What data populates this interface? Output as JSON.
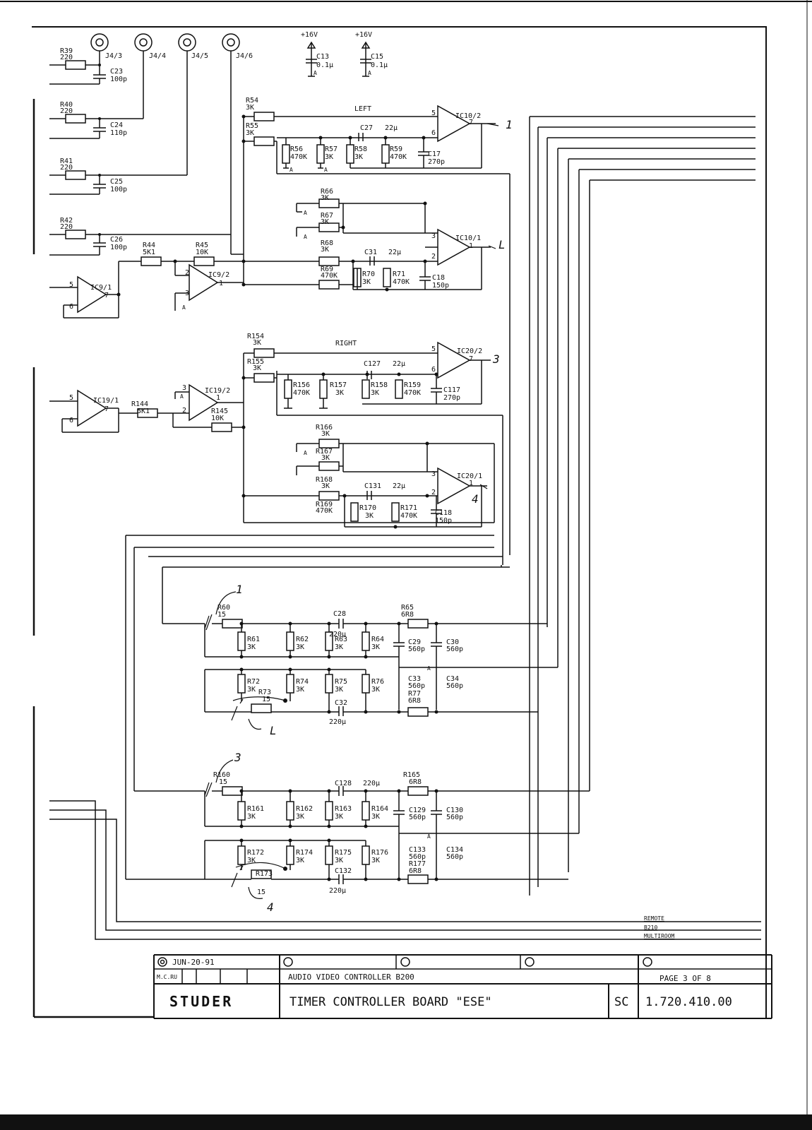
{
  "connectors": [
    "J4/3",
    "J4/4",
    "J4/5",
    "J4/6"
  ],
  "supply": [
    {
      "voltage": "+16V",
      "cap": "C13",
      "value": "0.1µ",
      "gnd": "A"
    },
    {
      "voltage": "+16V",
      "cap": "C15",
      "value": "0.1µ",
      "gnd": "A"
    }
  ],
  "input_filters": [
    {
      "r": "R39",
      "rv": "220",
      "c": "C23",
      "cv": "100p"
    },
    {
      "r": "R40",
      "rv": "220",
      "c": "C24",
      "cv": "110p"
    },
    {
      "r": "R41",
      "rv": "220",
      "c": "C25",
      "cv": "100p"
    },
    {
      "r": "R42",
      "rv": "220",
      "c": "C26",
      "cv": "100p"
    }
  ],
  "section_labels": {
    "left": "LEFT",
    "right": "RIGHT"
  },
  "opamps": {
    "ic10_2": "IC10/2",
    "ic10_1": "IC10/1",
    "ic9_1": "IC9/1",
    "ic9_2": "IC9/2",
    "ic20_2": "IC20/2",
    "ic20_1": "IC20/1",
    "ic19_1": "IC19/1",
    "ic19_2": "IC19/2"
  },
  "pins": {
    "p1": "1",
    "p2": "2",
    "p3": "3",
    "p5": "5",
    "p6": "6",
    "p7": "7"
  },
  "gnd_mark": "A",
  "components": {
    "R54": [
      "R54",
      "3K"
    ],
    "R55": [
      "R55",
      "3K"
    ],
    "R56": [
      "R56",
      "470K"
    ],
    "R57": [
      "R57",
      "3K"
    ],
    "R58": [
      "R58",
      "3K"
    ],
    "R59": [
      "R59",
      "470K"
    ],
    "C27": [
      "C27",
      "22µ"
    ],
    "C17": [
      "C17",
      "270p"
    ],
    "R66": [
      "R66",
      "3K"
    ],
    "R67": [
      "R67",
      "3K"
    ],
    "R68": [
      "R68",
      "3K"
    ],
    "R69": [
      "R69",
      "470K"
    ],
    "R70": [
      "R70",
      "3K"
    ],
    "R71": [
      "R71",
      "470K"
    ],
    "C31": [
      "C31",
      "22µ"
    ],
    "C18": [
      "C18",
      "150p"
    ],
    "R44": [
      "R44",
      "5K1"
    ],
    "R45": [
      "R45",
      "10K"
    ],
    "R154": [
      "R154",
      "3K"
    ],
    "R155": [
      "R155",
      "3K"
    ],
    "R156": [
      "R156",
      "470K"
    ],
    "R157": [
      "R157",
      "3K"
    ],
    "R158": [
      "R158",
      "3K"
    ],
    "R159": [
      "R159",
      "470K"
    ],
    "C127": [
      "C127",
      "22µ"
    ],
    "C117": [
      "C117",
      "270p"
    ],
    "R144": [
      "R144",
      "5K1"
    ],
    "R145": [
      "R145",
      "10K"
    ],
    "R166": [
      "R166",
      "3K"
    ],
    "R167": [
      "R167",
      "3K"
    ],
    "R168": [
      "R168",
      "3K"
    ],
    "R169": [
      "R169",
      "470K"
    ],
    "R170": [
      "R170",
      "3K"
    ],
    "R171": [
      "R171",
      "470K"
    ],
    "C131": [
      "C131",
      "22µ"
    ],
    "C118": [
      "C118",
      "150p"
    ],
    "R60": [
      "R60",
      "15"
    ],
    "C28": [
      "C28",
      "220µ"
    ],
    "R65": [
      "R65",
      "6R8"
    ],
    "R61": [
      "R61",
      "3K"
    ],
    "R62": [
      "R62",
      "3K"
    ],
    "R63": [
      "R63",
      "3K"
    ],
    "R64": [
      "R64",
      "3K"
    ],
    "C29": [
      "C29",
      "560p"
    ],
    "C30": [
      "C30",
      "560p"
    ],
    "R72": [
      "R72",
      "3K"
    ],
    "R73": [
      "R73",
      "15"
    ],
    "R74": [
      "R74",
      "3K"
    ],
    "R75": [
      "R75",
      "3K"
    ],
    "R76": [
      "R76",
      "3K"
    ],
    "C33": [
      "C33",
      "560p"
    ],
    "C34": [
      "C34",
      "560p"
    ],
    "R77": [
      "R77",
      "6R8"
    ],
    "C32": [
      "C32",
      "220µ"
    ],
    "R160": [
      "R160",
      "15"
    ],
    "C128": [
      "C128",
      "220µ"
    ],
    "R165": [
      "R165",
      "6R8"
    ],
    "R161": [
      "R161",
      "3K"
    ],
    "R162": [
      "R162",
      "3K"
    ],
    "R163": [
      "R163",
      "3K"
    ],
    "R164": [
      "R164",
      "3K"
    ],
    "C129": [
      "C129",
      "560p"
    ],
    "C130": [
      "C130",
      "560p"
    ],
    "R172": [
      "R172",
      "3K"
    ],
    "R173": [
      "R173",
      "15"
    ],
    "R174": [
      "R174",
      "3K"
    ],
    "R175": [
      "R175",
      "3K"
    ],
    "R176": [
      "R176",
      "3K"
    ],
    "C133": [
      "C133",
      "560p"
    ],
    "C134": [
      "C134",
      "560p"
    ],
    "R177": [
      "R177",
      "6R8"
    ],
    "C132": [
      "C132",
      "220µ"
    ]
  },
  "handwritten": {
    "n1": "1",
    "n1b": "1",
    "n2": "L",
    "n3": "3",
    "n3b": "3",
    "n4": "4",
    "n4b": "4",
    "nL": "L"
  },
  "bus_labels": [
    "REMOTE",
    "B210",
    "MULTIROOM"
  ],
  "title_block": {
    "date": "JUN-20-91",
    "drawn_by": "M.C.RU",
    "project": "AUDIO VIDEO CONTROLLER B200",
    "page": "PAGE  3  OF  8",
    "company": "STUDER",
    "title": "TIMER CONTROLLER BOARD \"ESE\"",
    "type_code": "SC",
    "drawing_number": "1.720.410.00"
  }
}
